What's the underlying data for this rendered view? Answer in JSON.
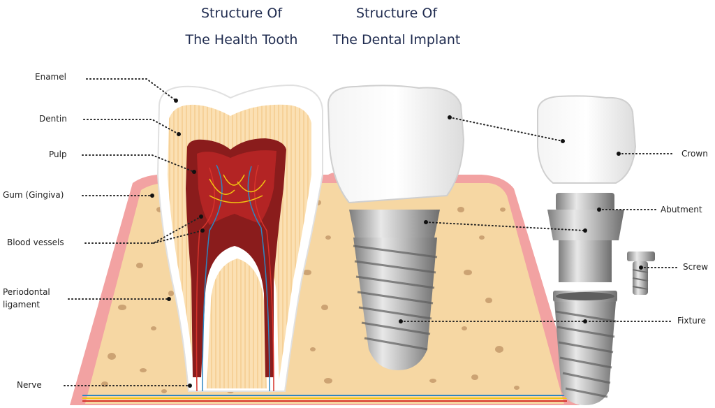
{
  "titles": {
    "healthy_line1": "Structure Of",
    "healthy_line2": "The Health Tooth",
    "implant_line1": "Structure Of",
    "implant_line2": "The Dental Implant"
  },
  "labels": {
    "enamel": "Enamel",
    "dentin": "Dentin",
    "pulp": "Pulp",
    "gum": "Gum (Gingiva)",
    "blood_vessels": "Blood vessels",
    "periodontal_line1": "Periodontal",
    "periodontal_line2": "ligament",
    "nerve": "Nerve",
    "crown": "Crown",
    "abutment": "Abutment",
    "screw": "Screw",
    "fixture": "Fixture"
  },
  "colors": {
    "title": "#1f2b4f",
    "bone": "#f6d7a3",
    "bone_spot": "#c59a6b",
    "gum": "#f2a2a2",
    "pulp": "#8a1c1c",
    "enamel": "#ffffff",
    "metal": "#b9b9b9",
    "nerve_blue": "#2e86c1",
    "vessel_red": "#d6342c",
    "vessel_yellow": "#f2c511"
  }
}
